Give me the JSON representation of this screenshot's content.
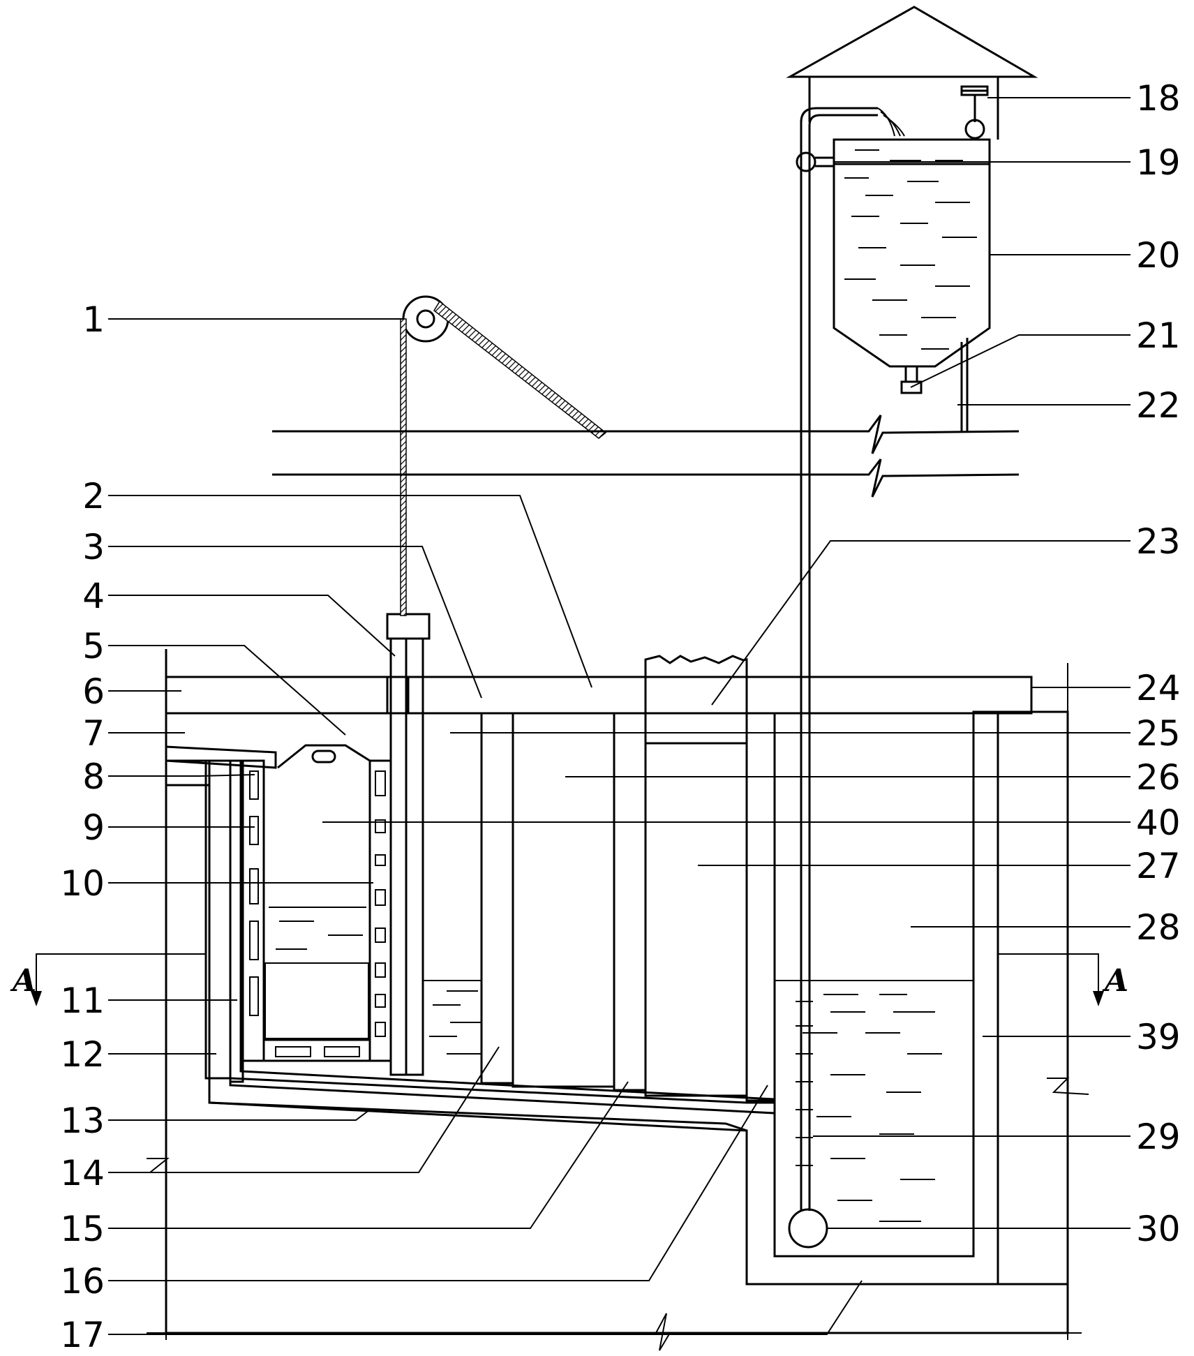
{
  "labels": {
    "l1": "1",
    "l2": "2",
    "l3": "3",
    "l4": "4",
    "l5": "5",
    "l6": "6",
    "l7": "7",
    "l8": "8",
    "l9": "9",
    "l10": "10",
    "l11": "11",
    "l12": "12",
    "l13": "13",
    "l14": "14",
    "l15": "15",
    "l16": "16",
    "l17": "17",
    "l18": "18",
    "l19": "19",
    "l20": "20",
    "l21": "21",
    "l22": "22",
    "l23": "23",
    "l24": "24",
    "l25": "25",
    "l26": "26",
    "l40": "40",
    "l27": "27",
    "l28": "28",
    "l39": "39",
    "l29": "29",
    "l30": "30"
  },
  "section_mark": {
    "left": "A",
    "right": "A"
  }
}
